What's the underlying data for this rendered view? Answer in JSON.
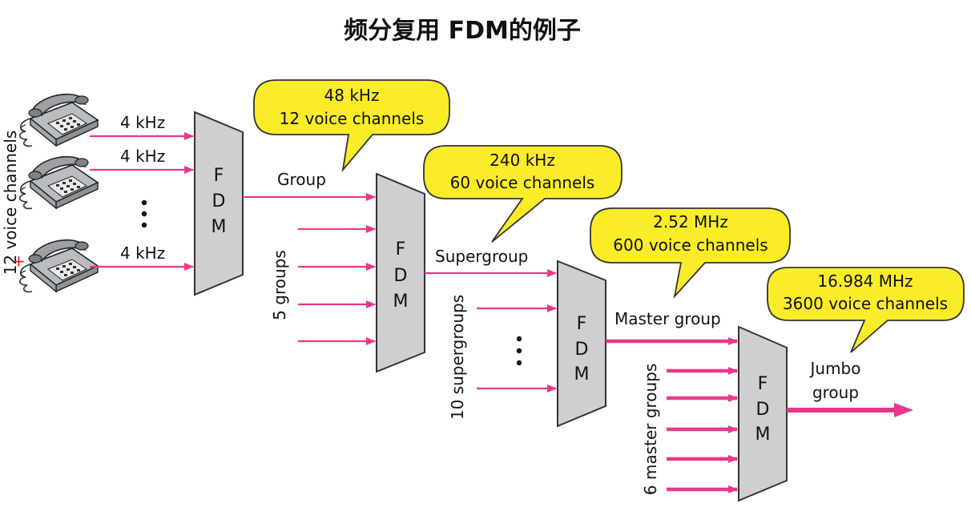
{
  "title": "频分复用 FDM的例子",
  "left_label": "12 voice channels",
  "phone_freq": [
    "4 kHz",
    "4 kHz",
    "4 kHz"
  ],
  "mux_label": [
    "F",
    "D",
    "M"
  ],
  "labels": {
    "group": "Group",
    "five_groups": "5 groups",
    "supergroup": "Supergroup",
    "ten_supergroups": "10 supergroups",
    "master_group": "Master group",
    "six_master_groups": "6 master groups",
    "jumbo_line1": "Jumbo",
    "jumbo_line2": "group"
  },
  "callouts": [
    {
      "line1": "48 kHz",
      "line2": "12 voice channels"
    },
    {
      "line1": "240 kHz",
      "line2": "60 voice channels"
    },
    {
      "line1": "2.52 MHz",
      "line2": "600 voice channels"
    },
    {
      "line1": "16.984 MHz",
      "line2": "3600 voice channels"
    }
  ],
  "colors": {
    "arrow": "#e8388b",
    "callout_fill": "#fbec2a",
    "mux_fill": "#cfcfd1"
  },
  "icons": [
    "telephone-icon",
    "vertical-ellipsis-icon"
  ]
}
